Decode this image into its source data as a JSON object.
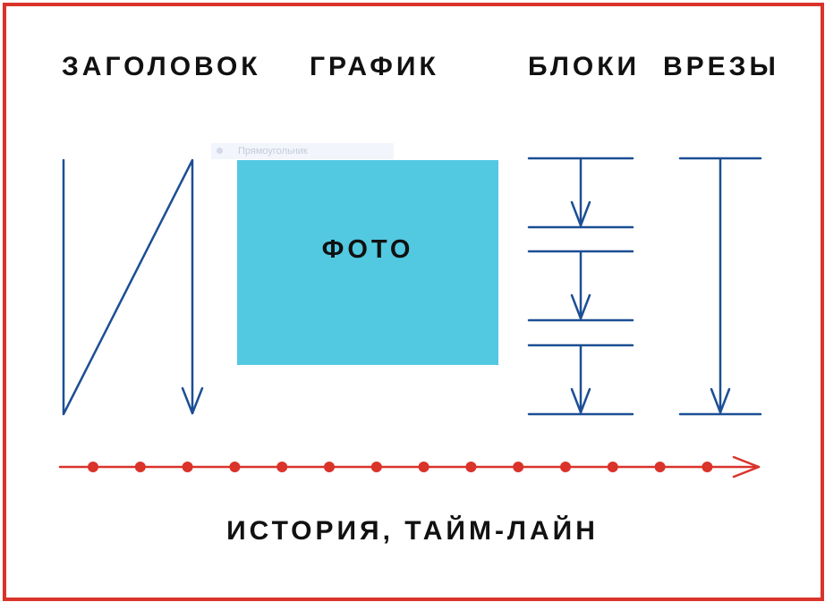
{
  "headings": {
    "heading": "ЗАГОЛОВОК",
    "chart": "ГРАФИК",
    "blocks": "БЛОКИ",
    "insets": "ВРЕЗЫ"
  },
  "photo_label": "ФОТО",
  "ghost_chip_label": "Прямоугольник",
  "timeline_label": "ИСТОРИЯ, ТАЙМ-ЛАЙН",
  "timeline_point_count": 14,
  "colors": {
    "frame": "#d9332a",
    "diagram_line": "#1c4f94",
    "photo_fill": "#52c9e1",
    "timeline": "#d9332a",
    "text": "#111111"
  },
  "icons": {
    "flow_arrow": "arrow-down-icon",
    "timeline_arrow": "arrow-right-icon"
  }
}
